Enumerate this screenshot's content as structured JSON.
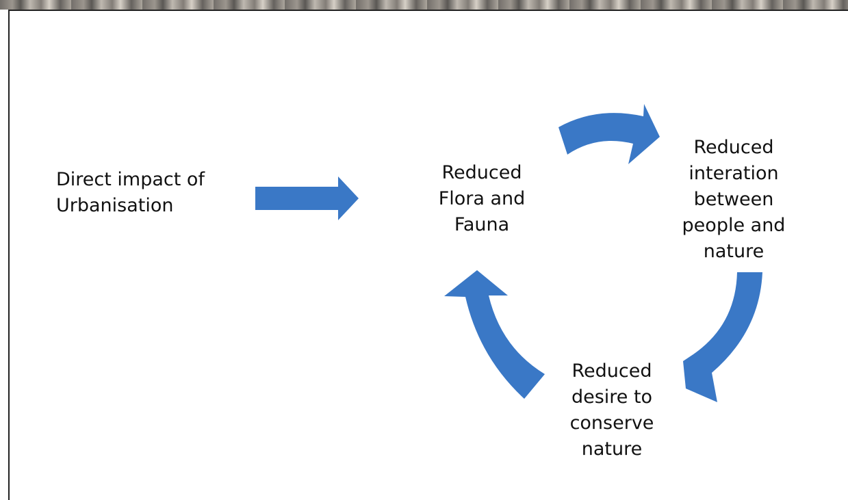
{
  "colors": {
    "arrow_fill": "#3a78c6",
    "text": "#111111",
    "frame": "#222222"
  },
  "nodes": {
    "start": "Direct impact of\nUrbanisation",
    "flora_fauna": "Reduced\nFlora and\nFauna",
    "interaction": "Reduced\ninteration\nbetween\npeople and\nnature",
    "conserve": "Reduced\ndesire to\nconserve\nnature"
  }
}
